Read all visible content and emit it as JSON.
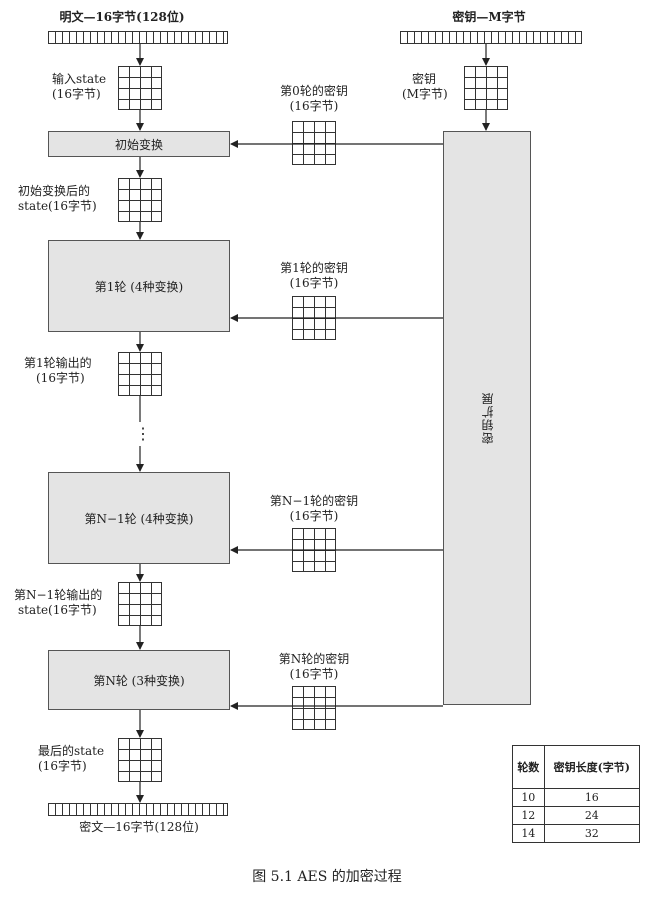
{
  "top": {
    "plaintext_label": "明文—16字节(128位)",
    "key_label": "密钥—M字节"
  },
  "labels": {
    "input_state": "输入state",
    "input_state_size": "(16字节)",
    "key": "密钥",
    "key_size": "(M字节)",
    "after_init_1": "初始变换后的",
    "after_init_2": "state(16字节)",
    "round1_out_1": "第1轮输出的",
    "round1_out_2": "(16字节)",
    "roundN1_out_1": "第N−1轮输出的",
    "roundN1_out_2": "state(16字节)",
    "final_1": "最后的state",
    "final_2": "(16字节)",
    "ciphertext": "密文—16字节(128位)",
    "dots": "⋮"
  },
  "round_keys": [
    {
      "title": "第0轮的密钥",
      "size": "(16字节)"
    },
    {
      "title": "第1轮的密钥",
      "size": "(16字节)"
    },
    {
      "title": "第N−1轮的密钥",
      "size": "(16字节)"
    },
    {
      "title": "第N轮的密钥",
      "size": "(16字节)"
    }
  ],
  "boxes": {
    "initial": "初始变换",
    "round1": "第1轮 (4种变换)",
    "roundN1": "第N−1轮 (4种变换)",
    "roundN": "第N轮 (3种变换)",
    "key_expansion": "密钥扩展"
  },
  "key_table": {
    "headers": [
      "轮数",
      "密钥长度(字节)"
    ],
    "rows": [
      [
        "10",
        "16"
      ],
      [
        "12",
        "24"
      ],
      [
        "14",
        "32"
      ]
    ]
  },
  "caption": "图 5.1   AES 的加密过程"
}
